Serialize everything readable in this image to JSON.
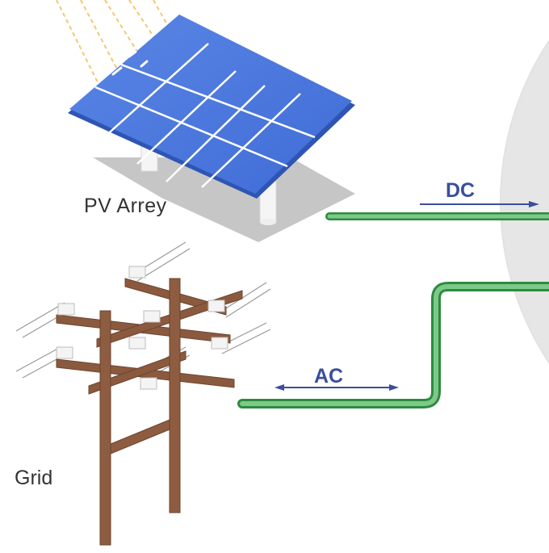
{
  "diagram": {
    "labels": {
      "pv_array": "PV Arrey",
      "grid": "Grid",
      "dc": "DC",
      "ac": "AC"
    },
    "icons": {
      "pv_array": "solar-panel-icon",
      "grid": "utility-pole-icon",
      "sun_rays": "sun-rays-icon",
      "inverter_edge": "inverter-circle-icon"
    },
    "colors": {
      "panel_cell": "#4a77dd",
      "panel_line": "#ffffff",
      "ground_shadow": "#c4c4c4",
      "pole_wood": "#8b5a3e",
      "cable_green": "#66bb77",
      "cable_outline": "#2e8b3e",
      "flow_arrow": "#3a4f9c",
      "ray_color": "#f2c873",
      "circle_edge": "#dddddd"
    }
  }
}
